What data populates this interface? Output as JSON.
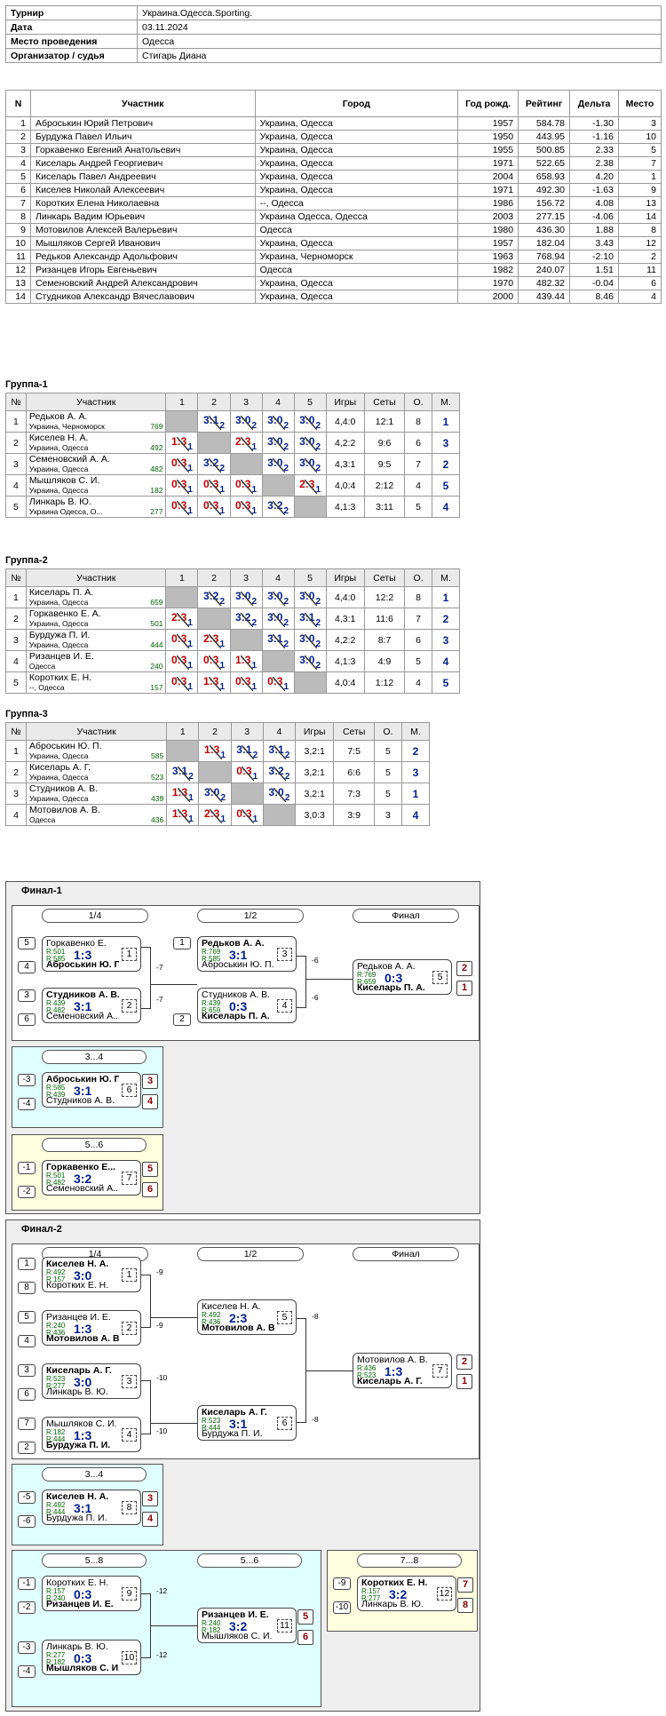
{
  "info": [
    [
      "Турнир",
      "Украина.Одесса.Sporting."
    ],
    [
      "Дата",
      "03.11.2024"
    ],
    [
      "Место проведения",
      "Одесса"
    ],
    [
      "Организатор / судья",
      "Стигарь Диана"
    ]
  ],
  "participants": {
    "headers": [
      "N",
      "Участник",
      "Город",
      "Год рожд.",
      "Рейтинг",
      "Дельта",
      "Место"
    ],
    "rows": [
      [
        "1",
        "Аброськин Юрий Петрович",
        "Украина, Одесса",
        "1957",
        "584.78",
        "-1.30",
        "3"
      ],
      [
        "2",
        "Бурдужа Павел Ильич",
        "Украина, Одесса",
        "1950",
        "443.95",
        "-1.16",
        "10"
      ],
      [
        "3",
        "Горкавенко Евгений Анатольевич",
        "Украина, Одесса",
        "1955",
        "500.85",
        "2.33",
        "5"
      ],
      [
        "4",
        "Киселарь Андрей Георгиевич",
        "Украина, Одесса",
        "1971",
        "522.65",
        "2.38",
        "7"
      ],
      [
        "5",
        "Киселарь Павел Андреевич",
        "Украина, Одесса",
        "2004",
        "658.93",
        "4.20",
        "1"
      ],
      [
        "6",
        "Киселев Николай Алексеевич",
        "Украина, Одесса",
        "1971",
        "492.30",
        "-1.63",
        "9"
      ],
      [
        "7",
        "Коротких Елена Николаевна",
        "--, Одесса",
        "1986",
        "156.72",
        "4.08",
        "13"
      ],
      [
        "8",
        "Линкарь Вадим Юрьевич",
        "Украина Одесса, Одесса",
        "2003",
        "277.15",
        "-4.06",
        "14"
      ],
      [
        "9",
        "Мотовилов Алексей Валерьевич",
        "Одесса",
        "1980",
        "436.30",
        "1.88",
        "8"
      ],
      [
        "10",
        "Мышляков Сергей Иванович",
        "Украина, Одесса",
        "1957",
        "182.04",
        "3.43",
        "12"
      ],
      [
        "11",
        "Редьков Александр Адольфович",
        "Украина, Черноморск",
        "1963",
        "768.94",
        "-2.10",
        "2"
      ],
      [
        "12",
        "Ризанцев Игорь Евгеньевич",
        "Одесса",
        "1982",
        "240.07",
        "1.51",
        "11"
      ],
      [
        "13",
        "Семеновский Андрей Александрович",
        "Украина, Одесса",
        "1970",
        "482.32",
        "-0.04",
        "6"
      ],
      [
        "14",
        "Студников Александр Вячеславович",
        "Украина, Одесса",
        "2000",
        "439.44",
        "8.46",
        "4"
      ]
    ]
  },
  "group_headers": {
    "num": "№",
    "name": "Участник",
    "games": "Игры",
    "sets": "Сеты",
    "pts": "О.",
    "place": "М."
  },
  "groups": [
    {
      "title": "Группа-1",
      "cols": [
        "1",
        "2",
        "3",
        "4",
        "5"
      ],
      "rows": [
        {
          "n": "1",
          "name": "Редьков А. А.",
          "city": "Украина, Черноморск",
          "rating": "769",
          "cells": [
            null,
            [
              "3:1",
              "2",
              "w"
            ],
            [
              "3:0",
              "2",
              "w"
            ],
            [
              "3:0",
              "2",
              "w"
            ],
            [
              "3:0",
              "2",
              "w"
            ]
          ],
          "games": "4,4:0",
          "sets": "12:1",
          "pts": "8",
          "place": "1"
        },
        {
          "n": "2",
          "name": "Киселев Н. А.",
          "city": "Украина, Одесса",
          "rating": "492",
          "cells": [
            [
              "1:3",
              "1",
              "l"
            ],
            null,
            [
              "2:3",
              "1",
              "l"
            ],
            [
              "3:0",
              "2",
              "w"
            ],
            [
              "3:0",
              "2",
              "w"
            ]
          ],
          "games": "4,2:2",
          "sets": "9:6",
          "pts": "6",
          "place": "3"
        },
        {
          "n": "3",
          "name": "Семеновский А. А.",
          "city": "Украина, Одесса",
          "rating": "482",
          "cells": [
            [
              "0:3",
              "1",
              "l"
            ],
            [
              "3:2",
              "2",
              "w"
            ],
            null,
            [
              "3:0",
              "2",
              "w"
            ],
            [
              "3:0",
              "2",
              "w"
            ]
          ],
          "games": "4,3:1",
          "sets": "9:5",
          "pts": "7",
          "place": "2"
        },
        {
          "n": "4",
          "name": "Мышляков С. И.",
          "city": "Украина, Одесса",
          "rating": "182",
          "cells": [
            [
              "0:3",
              "1",
              "l"
            ],
            [
              "0:3",
              "1",
              "l"
            ],
            [
              "0:3",
              "1",
              "l"
            ],
            null,
            [
              "2:3",
              "1",
              "l"
            ]
          ],
          "games": "4,0:4",
          "sets": "2:12",
          "pts": "4",
          "place": "5"
        },
        {
          "n": "5",
          "name": "Линкарь В. Ю.",
          "city": "Украина Одесса, О...",
          "rating": "277",
          "cells": [
            [
              "0:3",
              "1",
              "l"
            ],
            [
              "0:3",
              "1",
              "l"
            ],
            [
              "0:3",
              "1",
              "l"
            ],
            [
              "3:2",
              "2",
              "w"
            ],
            null
          ],
          "games": "4,1:3",
          "sets": "3:11",
          "pts": "5",
          "place": "4"
        }
      ]
    },
    {
      "title": "Группа-2",
      "cols": [
        "1",
        "2",
        "3",
        "4",
        "5"
      ],
      "rows": [
        {
          "n": "1",
          "name": "Киселарь П. А.",
          "city": "Украина, Одесса",
          "rating": "659",
          "cells": [
            null,
            [
              "3:2",
              "2",
              "w"
            ],
            [
              "3:0",
              "2",
              "w"
            ],
            [
              "3:0",
              "2",
              "w"
            ],
            [
              "3:0",
              "2",
              "w"
            ]
          ],
          "games": "4,4:0",
          "sets": "12:2",
          "pts": "8",
          "place": "1"
        },
        {
          "n": "2",
          "name": "Горкавенко Е. А.",
          "city": "Украина, Одесса",
          "rating": "501",
          "cells": [
            [
              "2:3",
              "1",
              "l"
            ],
            null,
            [
              "3:2",
              "2",
              "w"
            ],
            [
              "3:0",
              "2",
              "w"
            ],
            [
              "3:1",
              "2",
              "w"
            ]
          ],
          "games": "4,3:1",
          "sets": "11:6",
          "pts": "7",
          "place": "2"
        },
        {
          "n": "3",
          "name": "Бурдужа П. И.",
          "city": "Украина, Одесса",
          "rating": "444",
          "cells": [
            [
              "0:3",
              "1",
              "l"
            ],
            [
              "2:3",
              "1",
              "l"
            ],
            null,
            [
              "3:1",
              "2",
              "w"
            ],
            [
              "3:0",
              "2",
              "w"
            ]
          ],
          "games": "4,2:2",
          "sets": "8:7",
          "pts": "6",
          "place": "3"
        },
        {
          "n": "4",
          "name": "Ризанцев И. Е.",
          "city": "Одесса",
          "rating": "240",
          "cells": [
            [
              "0:3",
              "1",
              "l"
            ],
            [
              "0:3",
              "1",
              "l"
            ],
            [
              "1:3",
              "1",
              "l"
            ],
            null,
            [
              "3:0",
              "2",
              "w"
            ]
          ],
          "games": "4,1:3",
          "sets": "4:9",
          "pts": "5",
          "place": "4"
        },
        {
          "n": "5",
          "name": "Коротких Е. Н.",
          "city": "--, Одесса",
          "rating": "157",
          "cells": [
            [
              "0:3",
              "1",
              "l"
            ],
            [
              "1:3",
              "1",
              "l"
            ],
            [
              "0:3",
              "1",
              "l"
            ],
            [
              "0:3",
              "1",
              "l"
            ],
            null
          ],
          "games": "4,0:4",
          "sets": "1:12",
          "pts": "4",
          "place": "5"
        }
      ]
    },
    {
      "title": "Группа-3",
      "cols": [
        "1",
        "2",
        "3",
        "4"
      ],
      "rows": [
        {
          "n": "1",
          "name": "Аброськин Ю. П.",
          "city": "Украина, Одесса",
          "rating": "585",
          "cells": [
            null,
            [
              "1:3",
              "1",
              "l"
            ],
            [
              "3:1",
              "2",
              "w"
            ],
            [
              "3:1",
              "2",
              "w"
            ]
          ],
          "games": "3,2:1",
          "sets": "7:5",
          "pts": "5",
          "place": "2"
        },
        {
          "n": "2",
          "name": "Киселарь А. Г.",
          "city": "Украина, Одесса",
          "rating": "523",
          "cells": [
            [
              "3:1",
              "2",
              "w"
            ],
            null,
            [
              "0:3",
              "1",
              "l"
            ],
            [
              "3:2",
              "2",
              "w"
            ]
          ],
          "games": "3,2:1",
          "sets": "6:6",
          "pts": "5",
          "place": "3"
        },
        {
          "n": "3",
          "name": "Студников А. В.",
          "city": "Украина, Одесса",
          "rating": "439",
          "cells": [
            [
              "1:3",
              "1",
              "l"
            ],
            [
              "3:0",
              "2",
              "w"
            ],
            null,
            [
              "3:0",
              "2",
              "w"
            ]
          ],
          "games": "3,2:1",
          "sets": "7:3",
          "pts": "5",
          "place": "1"
        },
        {
          "n": "4",
          "name": "Мотовилов А. В.",
          "city": "Одесса",
          "rating": "436",
          "cells": [
            [
              "1:3",
              "1",
              "l"
            ],
            [
              "2:3",
              "1",
              "l"
            ],
            [
              "0:3",
              "1",
              "l"
            ],
            null
          ],
          "games": "3,0:3",
          "sets": "3:9",
          "pts": "3",
          "place": "4"
        }
      ]
    }
  ],
  "finals": {
    "f1": {
      "title": "Финал-1",
      "r14": "1/4",
      "r12": "1/2",
      "rf": "Финал",
      "r34": "3...4",
      "r56": "5...6",
      "seeds": [
        "5",
        "4",
        "3",
        "6",
        "1",
        "2",
        "-3",
        "-4",
        "-1",
        "-2"
      ],
      "losers": [
        "-7",
        "-7",
        "-6",
        "-6"
      ],
      "places": [
        "2",
        "1",
        "3",
        "4",
        "5",
        "6"
      ],
      "matches": [
        {
          "p1": "Горкавенко Е.",
          "p2": "Аброськин Ю. П.",
          "w": 2,
          "r1": "R:501",
          "r2": "R:585",
          "s": "1:3",
          "t": "1"
        },
        {
          "p1": "Студников А. В.",
          "p2": "Семеновский А...",
          "w": 1,
          "r1": "R:439",
          "r2": "R:482",
          "s": "3:1",
          "t": "2"
        },
        {
          "p1": "Редьков А. А.",
          "p2": "Аброськин Ю. П.",
          "w": 1,
          "r1": "R:769",
          "r2": "R:585",
          "s": "3:1",
          "t": "3"
        },
        {
          "p1": "Студников А. В.",
          "p2": "Киселарь П. А.",
          "w": 2,
          "r1": "R:439",
          "r2": "R:659",
          "s": "0:3",
          "t": "4"
        },
        {
          "p1": "Редьков А. А.",
          "p2": "Киселарь П. А.",
          "w": 2,
          "r1": "R:769",
          "r2": "R:659",
          "s": "0:3",
          "t": "5"
        },
        {
          "p1": "Аброськин Ю. П.",
          "p2": "Студников А. В.",
          "w": 1,
          "r1": "R:585",
          "r2": "R:439",
          "s": "3:1",
          "t": "6"
        },
        {
          "p1": "Горкавенко Е...",
          "p2": "Семеновский А...",
          "w": 1,
          "r1": "R:501",
          "r2": "R:482",
          "s": "3:2",
          "t": "7"
        }
      ]
    },
    "f2": {
      "title": "Финал-2",
      "r14": "1/4",
      "r12": "1/2",
      "rf": "Финал",
      "r34": "3...4",
      "r58": "5...8",
      "r56": "5...6",
      "r78": "7...8",
      "seeds": [
        "1",
        "8",
        "5",
        "4",
        "3",
        "6",
        "7",
        "2",
        "-5",
        "-6",
        "-1",
        "-2",
        "-3",
        "-4",
        "-9",
        "-10"
      ],
      "losers": [
        "-9",
        "-9",
        "-10",
        "-10",
        "-8",
        "-8",
        "-12",
        "-12"
      ],
      "places": [
        "2",
        "1",
        "3",
        "4",
        "5",
        "6",
        "7",
        "8"
      ],
      "matches": [
        {
          "p1": "Киселев Н. А.",
          "p2": "Коротких Е. Н.",
          "w": 1,
          "r1": "R:492",
          "r2": "R:157",
          "s": "3:0",
          "t": "1"
        },
        {
          "p1": "Ризанцев И. Е.",
          "p2": "Мотовилов А. В.",
          "w": 2,
          "r1": "R:240",
          "r2": "R:436",
          "s": "1:3",
          "t": "2"
        },
        {
          "p1": "Киселарь А. Г.",
          "p2": "Линкарь В. Ю.",
          "w": 1,
          "r1": "R:523",
          "r2": "R:277",
          "s": "3:0",
          "t": "3"
        },
        {
          "p1": "Мышляков С. И.",
          "p2": "Бурдужа П. И.",
          "w": 2,
          "r1": "R:182",
          "r2": "R:444",
          "s": "1:3",
          "t": "4"
        },
        {
          "p1": "Киселев Н. А.",
          "p2": "Мотовилов А. В.",
          "w": 2,
          "r1": "R:492",
          "r2": "R:436",
          "s": "2:3",
          "t": "5"
        },
        {
          "p1": "Киселарь А. Г.",
          "p2": "Бурдужа П. И.",
          "w": 1,
          "r1": "R:523",
          "r2": "R:444",
          "s": "3:1",
          "t": "6"
        },
        {
          "p1": "Мотовилов А. В.",
          "p2": "Киселарь А. Г.",
          "w": 2,
          "r1": "R:436",
          "r2": "R:523",
          "s": "1:3",
          "t": "7"
        },
        {
          "p1": "Киселев Н. А.",
          "p2": "Бурдужа П. И.",
          "w": 1,
          "r1": "R:492",
          "r2": "R:444",
          "s": "3:1",
          "t": "8"
        },
        {
          "p1": "Коротких Е. Н.",
          "p2": "Ризанцев И. Е.",
          "w": 2,
          "r1": "R:157",
          "r2": "R:240",
          "s": "0:3",
          "t": "9"
        },
        {
          "p1": "Линкарь В. Ю.",
          "p2": "Мышляков С. И.",
          "w": 2,
          "r1": "R:277",
          "r2": "R:182",
          "s": "0:3",
          "t": "10"
        },
        {
          "p1": "Ризанцев И. Е.",
          "p2": "Мышляков С. И.",
          "w": 1,
          "r1": "R:240",
          "r2": "R:182",
          "s": "3:2",
          "t": "11"
        },
        {
          "p1": "Коротких Е. Н.",
          "p2": "Линкарь В. Ю.",
          "w": 1,
          "r1": "R:157",
          "r2": "R:277",
          "s": "3:2",
          "t": "12"
        }
      ]
    }
  },
  "colors": {
    "win": "#001f8f",
    "loss": "#c00000",
    "rating": "#006400",
    "cyan": "#e0ffff",
    "yellow": "#ffffe0",
    "panel": "#eeeeee"
  }
}
